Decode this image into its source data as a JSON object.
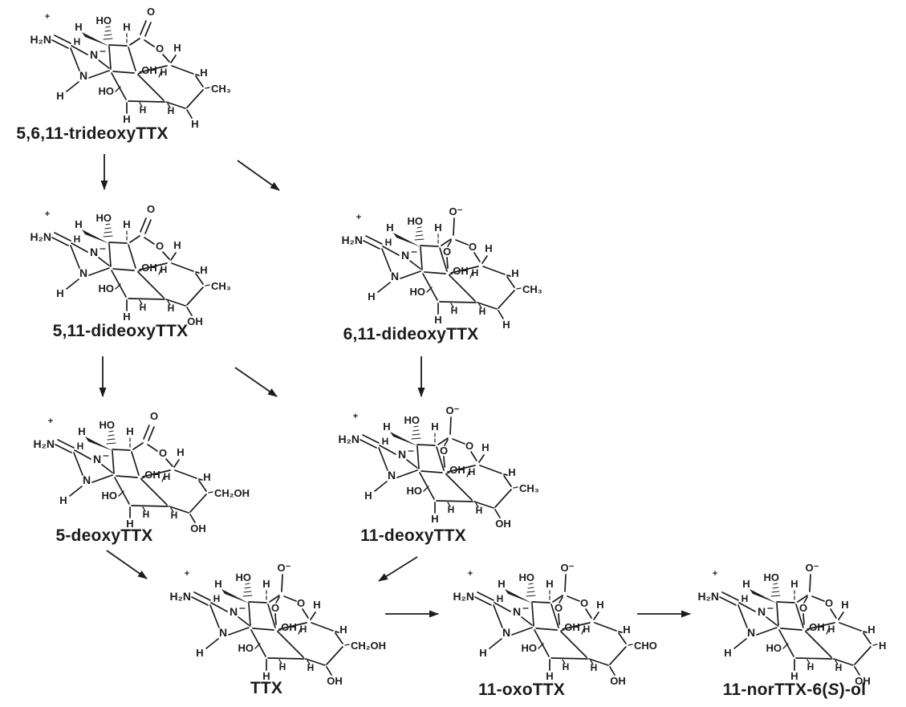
{
  "colors": {
    "background": "#ffffff",
    "ink": "#1c1c1c"
  },
  "atoms": {
    "plus": "+",
    "guanidinium": "H₂N",
    "nitrogen": "N",
    "hydrogen": "H",
    "hydroxyl_left": "HO",
    "hydroxyl_right": "OH",
    "oxygen": "O"
  },
  "molecules": [
    {
      "label_pre": "5,6,11-trideoxyTTX",
      "label_it": "",
      "label_post": "",
      "top_group": "lactone",
      "top_label": "O",
      "substituent_11": "CH₃",
      "substituent_6": "H"
    },
    {
      "label_pre": "5,11-dideoxyTTX",
      "label_it": "",
      "label_post": "",
      "top_group": "lactone",
      "top_label": "O",
      "substituent_11": "CH₃",
      "substituent_6": "OH"
    },
    {
      "label_pre": "6,11-dideoxyTTX",
      "label_it": "",
      "label_post": "",
      "top_group": "orthoester",
      "top_label": "O⁻",
      "substituent_11": "CH₃",
      "substituent_6": "H"
    },
    {
      "label_pre": "5-deoxyTTX",
      "label_it": "",
      "label_post": "",
      "top_group": "lactone",
      "top_label": "O",
      "substituent_11": "CH₂OH",
      "substituent_6": "OH"
    },
    {
      "label_pre": "11-deoxyTTX",
      "label_it": "",
      "label_post": "",
      "top_group": "orthoester",
      "top_label": "O⁻",
      "substituent_11": "CH₃",
      "substituent_6": "OH"
    },
    {
      "label_pre": "TTX",
      "label_it": "",
      "label_post": "",
      "top_group": "orthoester",
      "top_label": "O⁻",
      "substituent_11": "CH₂OH",
      "substituent_6": "OH"
    },
    {
      "label_pre": "11-oxoTTX",
      "label_it": "",
      "label_post": "",
      "top_group": "orthoester",
      "top_label": "O⁻",
      "substituent_11": "CHO",
      "substituent_6": "OH"
    },
    {
      "label_pre": "11-norTTX-6(",
      "label_it": "S",
      "label_post": ")-ol",
      "top_group": "orthoester",
      "top_label": "O⁻",
      "substituent_11": "H",
      "substituent_6": "OH"
    }
  ],
  "pathway": [
    {
      "from": "5,6,11-trideoxyTTX",
      "to": "5,11-dideoxyTTX"
    },
    {
      "from": "5,6,11-trideoxyTTX",
      "to": "6,11-dideoxyTTX"
    },
    {
      "from": "5,11-dideoxyTTX",
      "to": "5-deoxyTTX"
    },
    {
      "from": "5,11-dideoxyTTX",
      "to": "11-deoxyTTX"
    },
    {
      "from": "6,11-dideoxyTTX",
      "to": "11-deoxyTTX"
    },
    {
      "from": "5-deoxyTTX",
      "to": "TTX"
    },
    {
      "from": "11-deoxyTTX",
      "to": "TTX"
    },
    {
      "from": "TTX",
      "to": "11-oxoTTX"
    },
    {
      "from": "11-oxoTTX",
      "to": "11-norTTX-6(S)-ol"
    }
  ]
}
